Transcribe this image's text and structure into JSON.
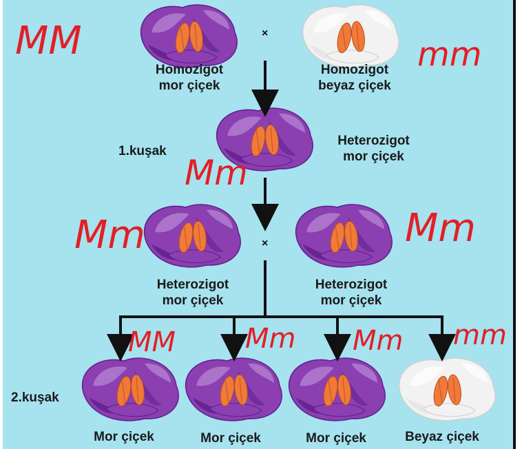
{
  "cross_symbol": "×",
  "colors": {
    "background": "#a7e2ef",
    "purple_petal": "#8b3fb0",
    "purple_dark": "#5c1f8a",
    "white_petal": "#f2f2f2",
    "anther": "#f07a3a",
    "handwriting": "#e21f26",
    "arrow": "#111111"
  },
  "parents": {
    "left": {
      "line1": "Homozigot",
      "line2": "mor çiçek",
      "genotype": "MM",
      "color": "purple"
    },
    "right": {
      "line1": "Homozigot",
      "line2": "beyaz çiçek",
      "genotype": "mm",
      "color": "white"
    }
  },
  "f1": {
    "generation_label": "1.kuşak",
    "line1": "Heterozigot",
    "line2": "mor çiçek",
    "genotype": "Mm"
  },
  "f1_cross": {
    "left": {
      "line1": "Heterozigot",
      "line2": "mor çiçek",
      "genotype": "Mm"
    },
    "right": {
      "line1": "Heterozigot",
      "line2": "mor çiçek",
      "genotype": "Mm"
    }
  },
  "f2": {
    "generation_label": "2.kuşak",
    "offspring": [
      {
        "label": "Mor çiçek",
        "genotype": "MM",
        "color": "purple"
      },
      {
        "label": "Mor çiçek",
        "genotype": "Mm",
        "color": "purple"
      },
      {
        "label": "Mor çiçek",
        "genotype": "Mm",
        "color": "purple"
      },
      {
        "label": "Beyaz çiçek",
        "genotype": "mm",
        "color": "white"
      }
    ]
  }
}
